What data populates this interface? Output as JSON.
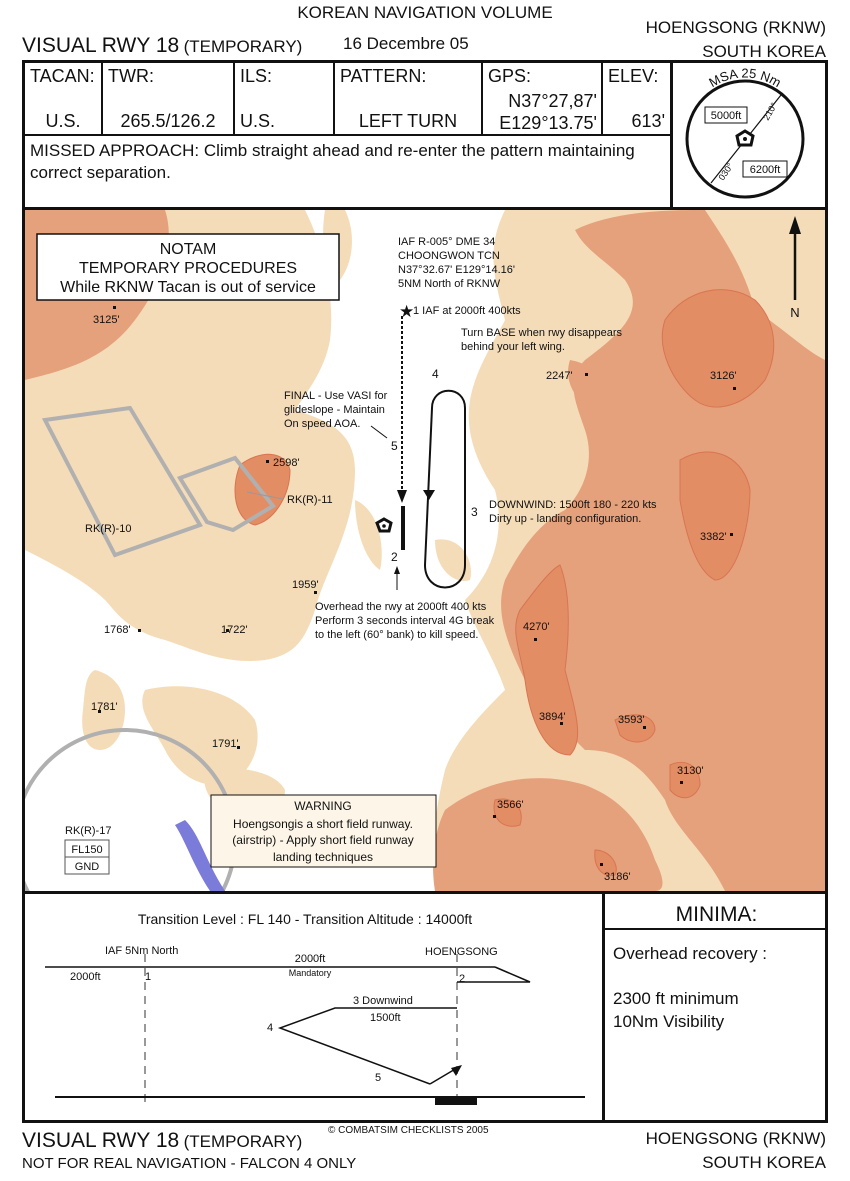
{
  "header": {
    "volume": "KOREAN NAVIGATION VOLUME",
    "title_main": "VISUAL RWY 18",
    "title_sub": "(TEMPORARY)",
    "date": "16 Decembre 05",
    "airport": "HOENGSONG (RKNW)",
    "country": "SOUTH KOREA"
  },
  "info": {
    "tacan_label": "TACAN:",
    "tacan_value": "U.S.",
    "twr_label": "TWR:",
    "twr_value": "265.5/126.2",
    "ils_label": "ILS:",
    "ils_value": "U.S.",
    "pattern_label": "PATTERN:",
    "pattern_value": "LEFT TURN",
    "gps_label": "GPS:",
    "gps_lat": "N37°27,87'",
    "gps_lon": "E129°13.75'",
    "elev_label": "ELEV:",
    "elev_value": "613'",
    "missed_approach": "MISSED APPROACH: Climb straight ahead and re-enter the pattern maintaining correct separation."
  },
  "msa": {
    "title": "MSA 25 Nm",
    "sector1_alt": "5000ft",
    "sector2_alt": "6200ft",
    "bearing1": "210°",
    "bearing2": "030°"
  },
  "map": {
    "notam_title": "NOTAM",
    "notam_line1": "TEMPORARY PROCEDURES",
    "notam_line2": "While RKNW Tacan is out of service",
    "iaf_line1": "IAF R-005° DME 34",
    "iaf_line2": "CHOONGWON TCN",
    "iaf_line3": "N37°32.67' E129°14.16'",
    "iaf_line4": "5NM North of RKNW",
    "iaf_label": "1 IAF at 2000ft 400kts",
    "base_line1": "Turn BASE when rwy disappears",
    "base_line2": "behind your left wing.",
    "final_line1": "FINAL - Use VASI for",
    "final_line2": "glideslope - Maintain",
    "final_line3": "On speed AOA.",
    "downwind_line1": "DOWNWIND: 1500ft 180 - 220 kts",
    "downwind_line2": "Dirty up - landing configuration.",
    "overhead_line1": "Overhead the rwy at 2000ft 400 kts",
    "overhead_line2": "Perform 3 seconds interval 4G break",
    "overhead_line3": "to the left (60° bank) to kill speed.",
    "warning_title": "WARNING",
    "warning_line1": "Hoengsongis a short field runway.",
    "warning_line2": "(airstrip) - Apply short field runway",
    "warning_line3": "landing techniques",
    "north": "N",
    "pt2": "2",
    "pt3": "3",
    "pt4": "4",
    "pt5": "5",
    "rk10": "RK(R)-10",
    "rk11": "RK(R)-11",
    "rk17": "RK(R)-17",
    "fl150": "FL150",
    "gnd": "GND",
    "elevations": [
      "3125'",
      "2247'",
      "3126'",
      "2598'",
      "3382'",
      "1959'",
      "1768'",
      "1722'",
      "4270'",
      "1781'",
      "3894'",
      "3593'",
      "1791'",
      "3130'",
      "3566'",
      "3186'"
    ]
  },
  "profile": {
    "transition": "Transition Level : FL 140  -  Transition Altitude : 14000ft",
    "iaf": "IAF  5Nm North",
    "hoengsong": "HOENGSONG",
    "alt_2000": "2000ft",
    "alt_2000_mid": "2000ft",
    "mandatory": "Mandatory",
    "downwind": "3 Downwind",
    "alt_1500": "1500ft",
    "p1": "1",
    "p2": "2",
    "p4": "4",
    "p5": "5"
  },
  "minima": {
    "title": "MINIMA:",
    "line1": "Overhead recovery :",
    "line2": "2300 ft minimum",
    "line3": "10Nm Visibility"
  },
  "footer": {
    "title_main": "VISUAL RWY 18",
    "title_sub": "(TEMPORARY)",
    "copyright": "© COMBATSIM CHECKLISTS 2005",
    "disclaimer": "NOT FOR REAL NAVIGATION - FALCON 4 ONLY",
    "airport": "HOENGSONG (RKNW)",
    "country": "SOUTH KOREA"
  },
  "colors": {
    "terrain_low": "#f5dcb8",
    "terrain_mid": "#e5a17b",
    "terrain_high": "#e38d65",
    "restricted": "#b0b0b0",
    "river": "#7b7bd9"
  }
}
